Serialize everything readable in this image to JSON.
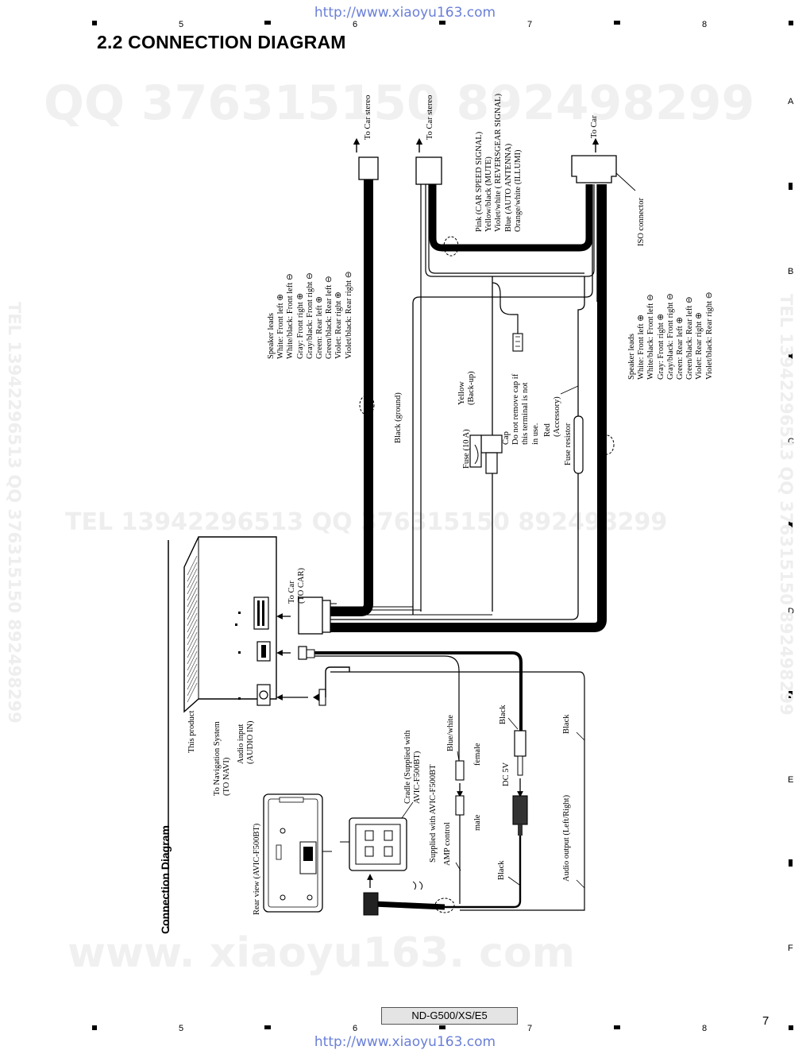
{
  "header": {
    "url_top": "http://www.xiaoyu163.com",
    "url_bottom": "http://www.xiaoyu163.com",
    "section_title": "2.2  CONNECTION DIAGRAM"
  },
  "frame": {
    "col_top": [
      "5",
      "6",
      "7",
      "8"
    ],
    "col_bottom": [
      "5",
      "6",
      "7",
      "8"
    ],
    "rows": [
      "A",
      "B",
      "C",
      "D",
      "E",
      "F"
    ]
  },
  "watermarks": {
    "qq_top": "QQ 376315150  892498299",
    "tel_mid": "TEL 13942296513       QQ 376315150  892498299",
    "site_bottom": "www. xiaoyu163. com",
    "side_left": "TEL 13942296513  QQ 376315150  892498299",
    "side_right": "TEL 13942296513  QQ 376315150  892498299"
  },
  "diagram": {
    "heading": "Connection Diagram",
    "to_car_stereo_1": "To Car stereo",
    "to_car_stereo_2": "To Car stereo",
    "to_car_3": "To Car",
    "speaker_leads_left": [
      "Speaker leads",
      "White: Front left ⊕",
      "White/black: Front left ⊖",
      "Gray: Front right ⊕",
      "Gray/black: Front right ⊖",
      "Green: Rear left ⊕",
      "Green/black: Rear left ⊖",
      "Violet: Rear right ⊕",
      "Violet/black: Rear right ⊖"
    ],
    "signal_leads": [
      "Pink (CAR SPEED SIGNAL)",
      "Yellow/black (MUTE)",
      "Violet/white ( REVERSGEAR SIGNAL)",
      "Blue (AUTO ANTENNA)",
      "Orange/white (ILLUMI)"
    ],
    "iso_connector": "ISO connector",
    "speaker_leads_right": [
      "Speaker leads",
      "White: Front left ⊕",
      "White/black: Front left ⊖",
      "Gray: Front right ⊕",
      "Gray/black: Front right ⊖",
      "Green: Rear left ⊕",
      "Green/black: Rear left ⊖",
      "Violet: Rear right ⊕",
      "Violet/black: Rear right ⊖"
    ],
    "black_ground": "Black (ground)",
    "yellow_backup": [
      "Yellow",
      "(Back-up)"
    ],
    "fuse": "Fuse (10 A)",
    "cap_note": [
      "Cap",
      "Do not remove cap if",
      "this terminal is not",
      "in use."
    ],
    "red_accessory": [
      "Red",
      "(Accessory)"
    ],
    "fuse_resistor": "Fuse resistor",
    "to_car_connector": [
      "To Car",
      "(TO CAR)"
    ],
    "this_product": "This product",
    "to_navi": [
      "To Navigation System",
      "(TO NAVI)"
    ],
    "audio_in": [
      "Audio input",
      "(AUDIO IN)"
    ],
    "rear_view": "Rear view (AVIC-F500BT)",
    "cradle": [
      "Cradle (Supplied with",
      "AVIC-F500BT)"
    ],
    "supplied_with": "Supplied with AVIC-F500BT",
    "amp_control": "AMP control",
    "blue_white": "Blue/white",
    "female": "female",
    "male": "male",
    "black_1": "Black",
    "dc5v": "DC 5V",
    "black_2": "Black",
    "black_3": "Black",
    "audio_output": "Audio output (Left/Right)"
  },
  "footer": {
    "model": "ND-G500/XS/E5",
    "page": "7"
  }
}
